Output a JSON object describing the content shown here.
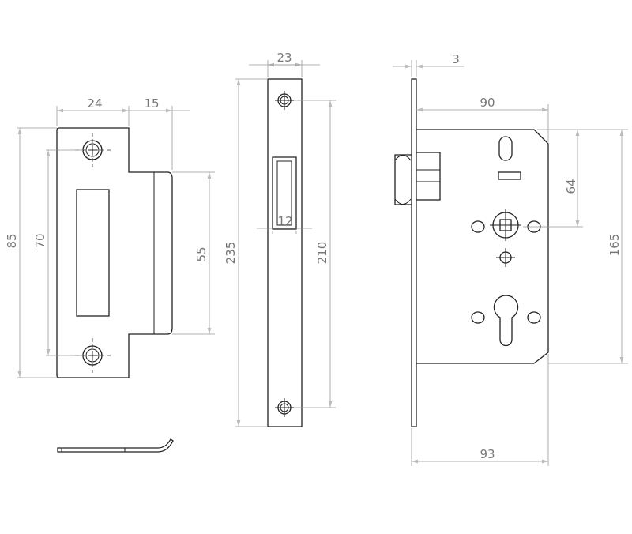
{
  "drawing": {
    "strike_plate": {
      "width_label": "24",
      "lip_label": "15",
      "height_label": "85",
      "screw_centers_label": "70",
      "lip_height_label": "55"
    },
    "forend": {
      "width_label": "23",
      "height_label": "235",
      "screw_centers_label": "210",
      "latch_width_label": "12"
    },
    "lock_case": {
      "forend_thickness_label": "3",
      "case_depth_label": "90",
      "backset_label": "64",
      "case_height_label": "165",
      "overall_depth_label": "93"
    },
    "line_color": "#222222",
    "dimension_color": "#999999"
  }
}
